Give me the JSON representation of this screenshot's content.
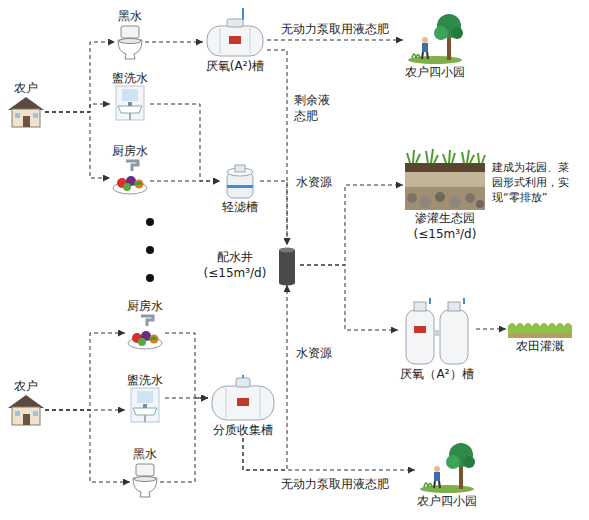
{
  "diagram": {
    "nodes": [
      {
        "text": [
          "农户"
        ]
      },
      {
        "text": [
          "黑水"
        ]
      },
      {
        "text": [
          "盥洗水"
        ]
      },
      {
        "text": [
          "厨房水"
        ]
      },
      {
        "text": [
          "厌氧(A²)槽"
        ]
      },
      {
        "text": [
          "轻滤槽"
        ]
      },
      {
        "text": [
          "农户四小园"
        ]
      },
      {
        "text": [
          "配水井 (≤15m³/d)"
        ]
      },
      {
        "text": [
          "渗灌生态园 (≤15m³/d)"
        ]
      },
      {
        "text": [
          "厌氧（A²）槽"
        ]
      },
      {
        "text": [
          "农田灌溉"
        ]
      },
      {
        "text": [
          "农户"
        ]
      },
      {
        "text": [
          "厨房水"
        ]
      },
      {
        "text": [
          "盥洗水"
        ]
      },
      {
        "text": [
          "黑水"
        ]
      },
      {
        "text": [
          "分质收集槽"
        ]
      },
      {
        "text": [
          "农户四小园"
        ]
      }
    ],
    "edges": [
      {
        "from": 0,
        "to": 1,
        "arrow": "to"
      },
      {
        "from": 0,
        "to": 2,
        "arrow": "to"
      },
      {
        "from": 0,
        "to": 3,
        "arrow": "to"
      },
      {
        "from": 1,
        "to": 4,
        "arrow": "to"
      },
      {
        "from": 2,
        "to": 5,
        "arrow": "to"
      },
      {
        "from": 3,
        "to": 5,
        "arrow": "to"
      },
      {
        "from": 4,
        "to": 6,
        "label": "无动力泵取用液态肥",
        "arrow": "to"
      },
      {
        "from": 4,
        "to": 7,
        "label": "剩余液态肥",
        "arrow": "to"
      },
      {
        "from": 5,
        "to": 7,
        "label": "水资源",
        "arrow": "to"
      },
      {
        "from": 7,
        "to": 8,
        "arrow": "to"
      },
      {
        "from": 7,
        "to": 9,
        "arrow": "to"
      },
      {
        "from": 9,
        "to": 10,
        "arrow": "to"
      },
      {
        "from": 11,
        "to": 12,
        "arrow": "to"
      },
      {
        "from": 11,
        "to": 13,
        "arrow": "to"
      },
      {
        "from": 11,
        "to": 14,
        "arrow": "to"
      },
      {
        "from": 12,
        "to": 15,
        "arrow": "to"
      },
      {
        "from": 13,
        "to": 15,
        "arrow": "to"
      },
      {
        "from": 14,
        "to": 15,
        "arrow": "to"
      },
      {
        "from": 15,
        "to": 7,
        "label": "水资源",
        "arrow": "to"
      },
      {
        "from": 15,
        "to": 16,
        "label": "无动力泵取用液态肥",
        "arrow": "to"
      }
    ],
    "labels": [
      "建成为花园、菜园形式利用，实现“零排放”"
    ]
  }
}
